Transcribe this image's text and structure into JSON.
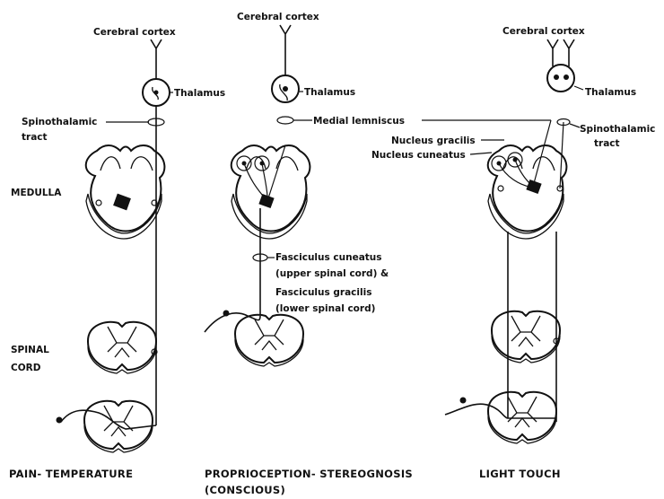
{
  "labels": {
    "col1_cortex": "Cerebral cortex",
    "col2_cortex": "Cerebral cortex",
    "col3_cortex": "Cerebral cortex",
    "col1_thalamus": "Thalamus",
    "col2_thalamus": "Thalamus",
    "col3_thalamus": "Thalamus",
    "spinothalamic_1": "Spinothalamic",
    "spinothalamic_2": "tract",
    "medial_lemniscus": "Medial lemniscus",
    "spinothalamic_r1": "Spinothalamic",
    "spinothalamic_r2": "tract",
    "nucleus_gracilis": "Nucleus gracilis",
    "nucleus_cuneatus": "Nucleus cuneatus",
    "medulla": "MEDULLA",
    "spinal": "SPINAL",
    "cord": "CORD",
    "fasc_1": "Fasciculus cuneatus",
    "fasc_2": "(upper spinal cord) &",
    "fasc_3": "Fasciculus gracilis",
    "fasc_4": "(lower spinal cord)"
  },
  "captions": {
    "col1": "PAIN- TEMPERATURE",
    "col2": "PROPRIOCEPTION- STEREOGNOSIS",
    "col2_sub": "(CONSCIOUS)",
    "col3": "LIGHT TOUCH"
  }
}
